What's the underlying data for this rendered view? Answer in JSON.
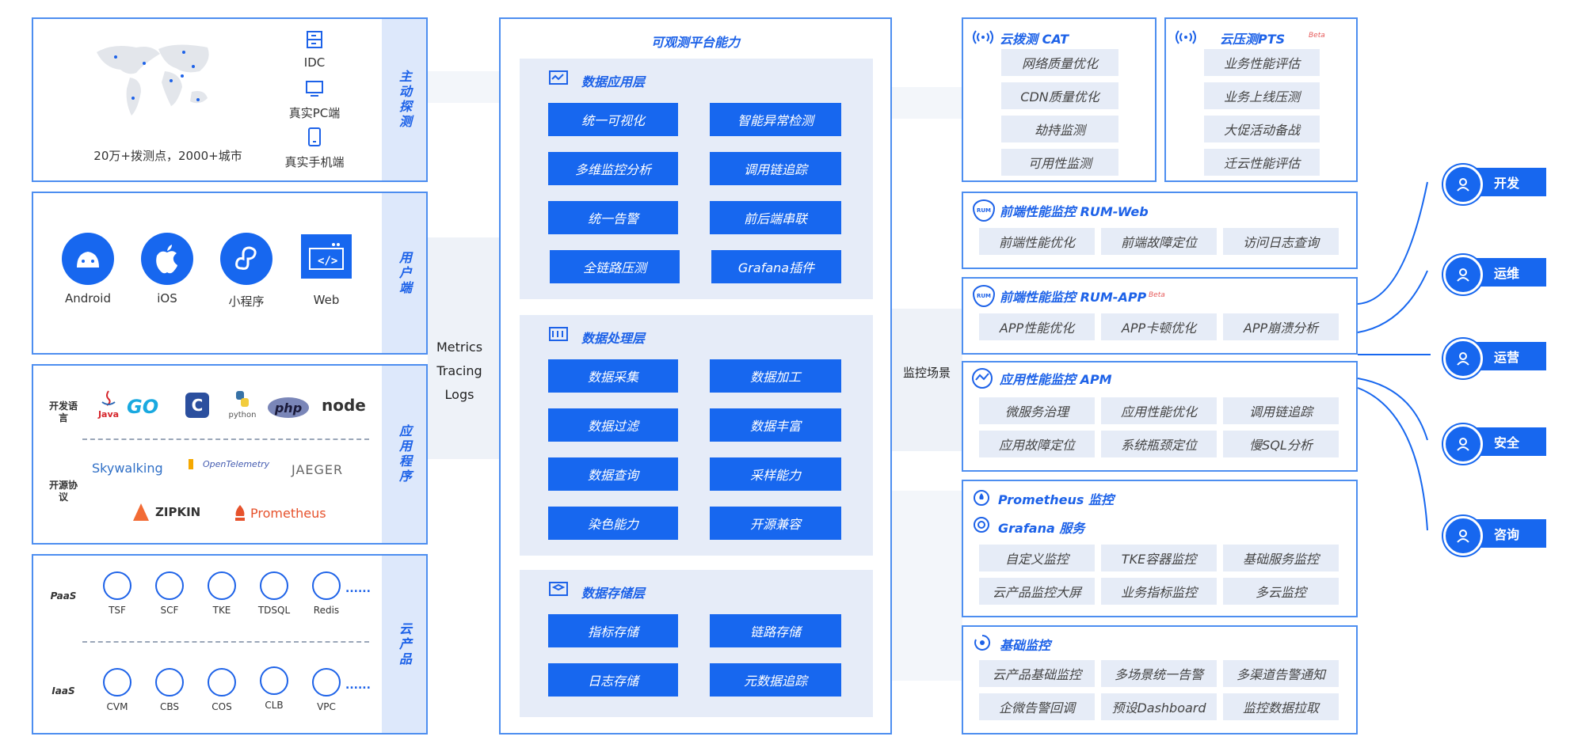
{
  "left": {
    "active_probe": {
      "tab": "主动探测",
      "idc": "IDC",
      "pc": "真实PC端",
      "mobile": "真实手机端",
      "caption": "20万+拨测点，2000+城市"
    },
    "user_side": {
      "tab": "用户端",
      "items": [
        "Android",
        "iOS",
        "小程序",
        "Web"
      ]
    },
    "apps": {
      "tab": "应用程序",
      "lang_label": "开发语言",
      "proto_label": "开源协议",
      "langs": [
        "Java",
        "GO",
        "C",
        "python",
        "php",
        "node"
      ],
      "protos": [
        "Skywalking",
        "OpenTelemetry",
        "JAEGER",
        "ZIPKIN",
        "Prometheus"
      ]
    },
    "cloud": {
      "tab": "云产品",
      "paas_label": "PaaS",
      "iaas_label": "IaaS",
      "paas": [
        "TSF",
        "SCF",
        "TKE",
        "TDSQL",
        "Redis"
      ],
      "iaas": [
        "CVM",
        "CBS",
        "COS",
        "CLB",
        "VPC"
      ],
      "more": "......"
    }
  },
  "flow_label": [
    "Metrics",
    "Tracing",
    "Logs"
  ],
  "scene_label": "监控场景",
  "platform": {
    "title": "可观测平台能力",
    "layers": [
      {
        "name": "数据应用层",
        "items": [
          "统一可视化",
          "智能异常检测",
          "多维监控分析",
          "调用链追踪",
          "统一告警",
          "前后端串联",
          "全链路压测",
          "Grafana插件"
        ]
      },
      {
        "name": "数据处理层",
        "items": [
          "数据采集",
          "数据加工",
          "数据过滤",
          "数据丰富",
          "数据查询",
          "采样能力",
          "染色能力",
          "开源兼容"
        ]
      },
      {
        "name": "数据存储层",
        "items": [
          "指标存储",
          "链路存储",
          "日志存储",
          "元数据追踪"
        ]
      }
    ]
  },
  "right": {
    "cat": {
      "title": "云拨测 CAT",
      "items": [
        "网络质量优化",
        "CDN质量优化",
        "劫持监测",
        "可用性监测"
      ]
    },
    "pts": {
      "title": "云压测PTS",
      "beta": "Beta",
      "items": [
        "业务性能评估",
        "业务上线压测",
        "大促活动备战",
        "迁云性能评估"
      ]
    },
    "rum_web": {
      "title": "前端性能监控 RUM-Web",
      "items": [
        "前端性能优化",
        "前端故障定位",
        "访问日志查询"
      ]
    },
    "rum_app": {
      "title": "前端性能监控 RUM-APP",
      "beta": "Beta",
      "items": [
        "APP性能优化",
        "APP卡顿优化",
        "APP崩溃分析"
      ]
    },
    "apm": {
      "title": "应用性能监控 APM",
      "items": [
        "微服务治理",
        "应用性能优化",
        "调用链追踪",
        "应用故障定位",
        "系统瓶颈定位",
        "慢SQL分析"
      ]
    },
    "prom": {
      "title": "Prometheus 监控",
      "title2": "Grafana 服务",
      "items": [
        "自定义监控",
        "TKE容器监控",
        "基础服务监控",
        "云产品监控大屏",
        "业务指标监控",
        "多云监控"
      ]
    },
    "basic": {
      "title": "基础监控",
      "items": [
        "云产品基础监控",
        "多场景统一告警",
        "多渠道告警通知",
        "企微告警回调",
        "预设Dashboard",
        "监控数据拉取"
      ]
    }
  },
  "roles": [
    "开发",
    "运维",
    "运营",
    "安全",
    "咨询"
  ],
  "colors": {
    "accent": "#1767ef",
    "border": "#4d8ef0",
    "chip": "#e6ecf7",
    "tab": "#dde8fb"
  }
}
